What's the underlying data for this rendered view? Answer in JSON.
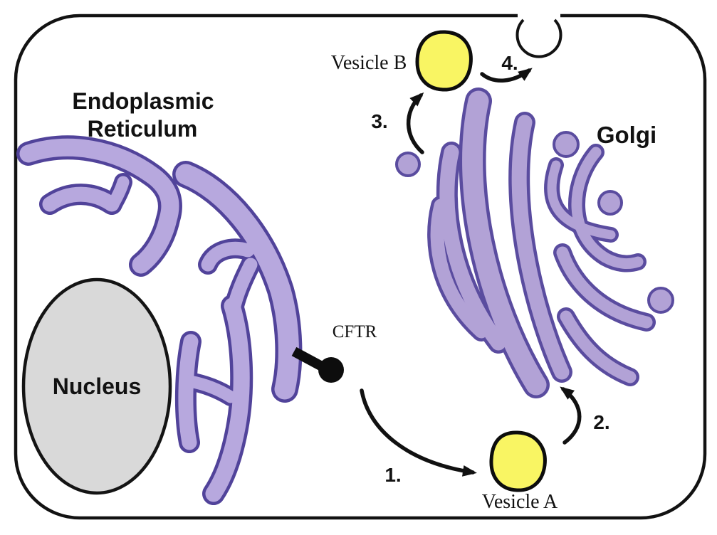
{
  "diagram": {
    "description": "Cell diagram of CFTR protein trafficking from the endoplasmic reticulum through vesicles to the Golgi and plasma membrane",
    "organelles": {
      "endoplasmic_reticulum": {
        "label_line1": "Endoplasmic",
        "label_line2": "Reticulum"
      },
      "nucleus": {
        "label": "Nucleus"
      },
      "golgi": {
        "label": "Golgi"
      },
      "cftr": {
        "label": "CFTR"
      },
      "vesicle_a": {
        "label": "Vesicle A"
      },
      "vesicle_b": {
        "label": "Vesicle B"
      }
    },
    "steps": [
      {
        "label": "1."
      },
      {
        "label": "2."
      },
      {
        "label": "3."
      },
      {
        "label": "4."
      }
    ],
    "colors": {
      "background": "#ffffff",
      "membrane_outline": "#121212",
      "er_fill": "#b7a8de",
      "er_outline": "#51439a",
      "golgi_fill": "#b2a2d6",
      "golgi_outline": "#5a4c9f",
      "nucleus_fill": "#d9d9d9",
      "vesicle_fill": "#f9f563",
      "ink": "#0d0d0d"
    }
  }
}
